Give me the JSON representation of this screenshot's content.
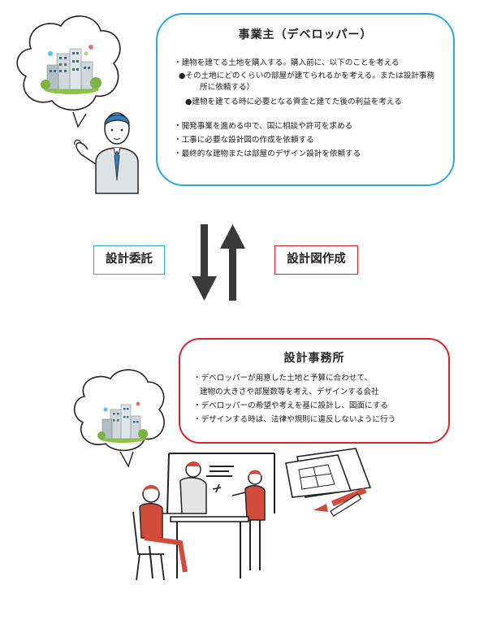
{
  "developer": {
    "title": "事業主（デベロッパー）",
    "lines": [
      "・建物を建てる土地を購入する。購入前に、以下のことを考える",
      "●その土地にどのくらいの部屋が建てられるかを考える。または設計事務",
      "所に依頼する）",
      "●建物を建てる時に必要となる資金と建てた後の利益を考える",
      "・開発事業を進める中で、国に相談や許可を求める",
      "・工事に必要な設計図の作成を依頼する",
      "・最終的な建物または部屋のデザイン設計を依頼する"
    ]
  },
  "flow": {
    "left_label": "設計委託",
    "right_label": "設計図作成"
  },
  "office": {
    "title": "設計事務所",
    "lines": [
      "・デベロッパーが用意した土地と予算に合わせて、",
      "建物の大きさや部屋数等を考え、デザインする会社",
      "・デベロッパーの希望や考えを基に設計し、図面にする",
      "・デザインする時は、法律や規則に違反しないように行う"
    ]
  },
  "colors": {
    "developer_border": "#29a9e0",
    "office_border": "#e0202a",
    "accent_red": "#d24c3c",
    "building_green": "#8dc63f"
  },
  "icons": [
    "building-icon",
    "thought-bubble-icon",
    "businessman-icon",
    "arrow-down-icon",
    "arrow-up-icon",
    "meeting-icon",
    "blueprint-icon"
  ]
}
